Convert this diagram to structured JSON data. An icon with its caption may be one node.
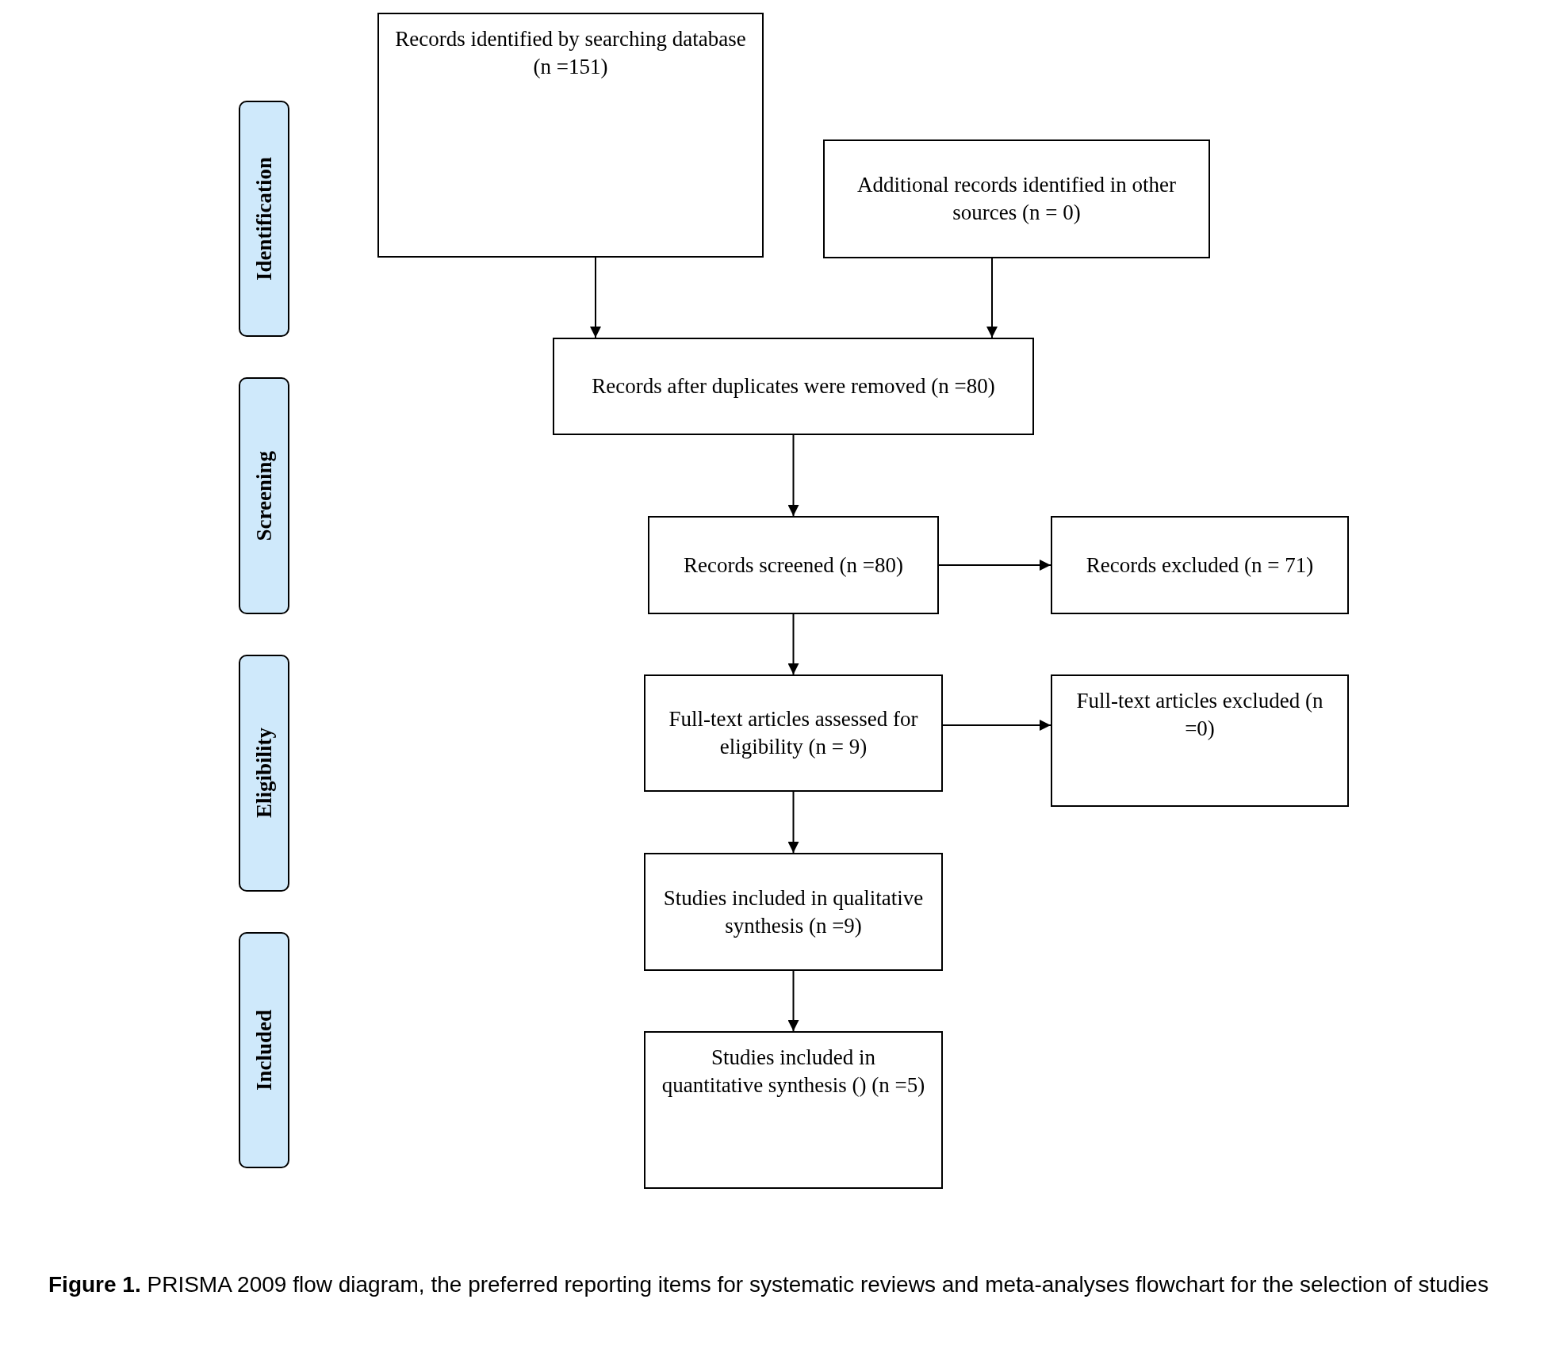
{
  "diagram": {
    "caption": "**Figure 1.** PRISMA 2009 flow diagram, the preferred reporting items for systematic reviews and meta-analyses flowchart for the selection of studies",
    "nodes": [
      {
        "text": [
          "Records identified by searching database (n =151)"
        ]
      },
      {
        "text": [
          "Additional records identified in other sources (n = 0)"
        ]
      },
      {
        "text": [
          "Records after duplicates were removed (n =80)"
        ]
      },
      {
        "text": [
          "Records screened (n =80)"
        ]
      },
      {
        "text": [
          "Records excluded (n = 71)"
        ]
      },
      {
        "text": [
          "Full-text articles assessed for eligibility (n = 9)"
        ]
      },
      {
        "text": [
          "Full-text articles excluded (n =0)"
        ]
      },
      {
        "text": [
          "Studies included in qualitative synthesis (n =9)"
        ]
      },
      {
        "text": [
          "Studies included in quantitative synthesis () (n =5)"
        ]
      },
      {
        "text": [
          "Identification"
        ]
      },
      {
        "text": [
          "Screening"
        ]
      },
      {
        "text": [
          "Eligibility"
        ]
      },
      {
        "text": [
          "Included"
        ]
      }
    ],
    "edges": [
      {
        "from": 0,
        "to": 2,
        "arrow": "to"
      },
      {
        "from": 1,
        "to": 2,
        "arrow": "to"
      },
      {
        "from": 2,
        "to": 3,
        "arrow": "to"
      },
      {
        "from": 3,
        "to": 4,
        "arrow": "to"
      },
      {
        "from": 3,
        "to": 5,
        "arrow": "to"
      },
      {
        "from": 5,
        "to": 6,
        "arrow": "to"
      },
      {
        "from": 5,
        "to": 7,
        "arrow": "to"
      },
      {
        "from": 7,
        "to": 8,
        "arrow": "to"
      }
    ]
  }
}
